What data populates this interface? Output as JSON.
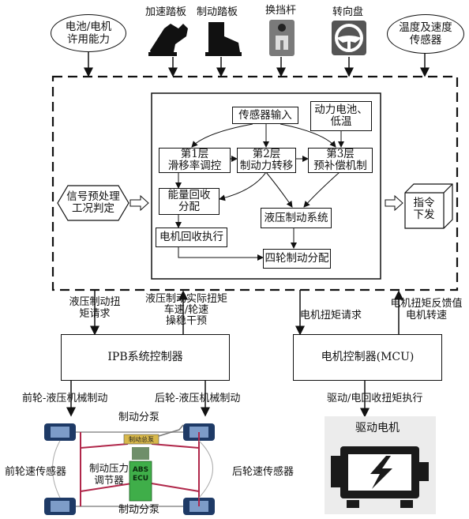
{
  "top": {
    "battery_motor": "电池/电机\n许用能力",
    "accel_pedal": "加速踏板",
    "brake_pedal": "制动踏板",
    "gear_shift": "换挡杆",
    "steering_wheel": "转向盘",
    "temp_speed_sensor": "温度及速度\n传感器"
  },
  "controller": {
    "sensor_input": "传感器输入",
    "battery_low_temp": "动力电池、\n低温",
    "layer1": "第1层\n滑移率调控",
    "layer2": "第2层\n制动力转移",
    "layer3": "第3层\n预补偿机制",
    "energy_recovery": "能量回收\n分配",
    "hydraulic_system": "液压制动系统",
    "motor_recovery": "电机回收执行",
    "four_wheel": "四轮制动分配",
    "signal_preprocess": "信号预处理\n工况判定",
    "command_issue": "指令\n下发"
  },
  "links": {
    "hydraulic_torque_req": "液压制动扭\n矩请求",
    "hydraulic_actual": "液压制动实际扭矩\n车速/轮速\n操稳干预",
    "motor_torque_req": "电机扭矩请求",
    "motor_feedback": "电机扭矩反馈值\n电机转速"
  },
  "ipb_controller": "IPB系统控制器",
  "motor_controller": "电机控制器(MCU)",
  "front_brake": "前轮-液压机械制动",
  "rear_brake": "后轮-液压机械制动",
  "drive_exec": "驱动/电回收扭矩执行",
  "drive_motor": "驱动电机",
  "chassis": {
    "brake_cylinder_top": "制动分泵",
    "brake_master": "制动总泵",
    "pressure_regulator": "制动压力\n调节器",
    "abs_ecu": "ABS\nECU",
    "front_sensor": "前轮速传感器",
    "rear_sensor": "后轮速传感器",
    "brake_cylinder_bottom": "制动分泵"
  },
  "colors": {
    "line": "#111111",
    "dash": "#111111",
    "motor_bg": "#1a1a1a",
    "ecu_green": "#3fae49",
    "pipe": "#b0274a"
  }
}
